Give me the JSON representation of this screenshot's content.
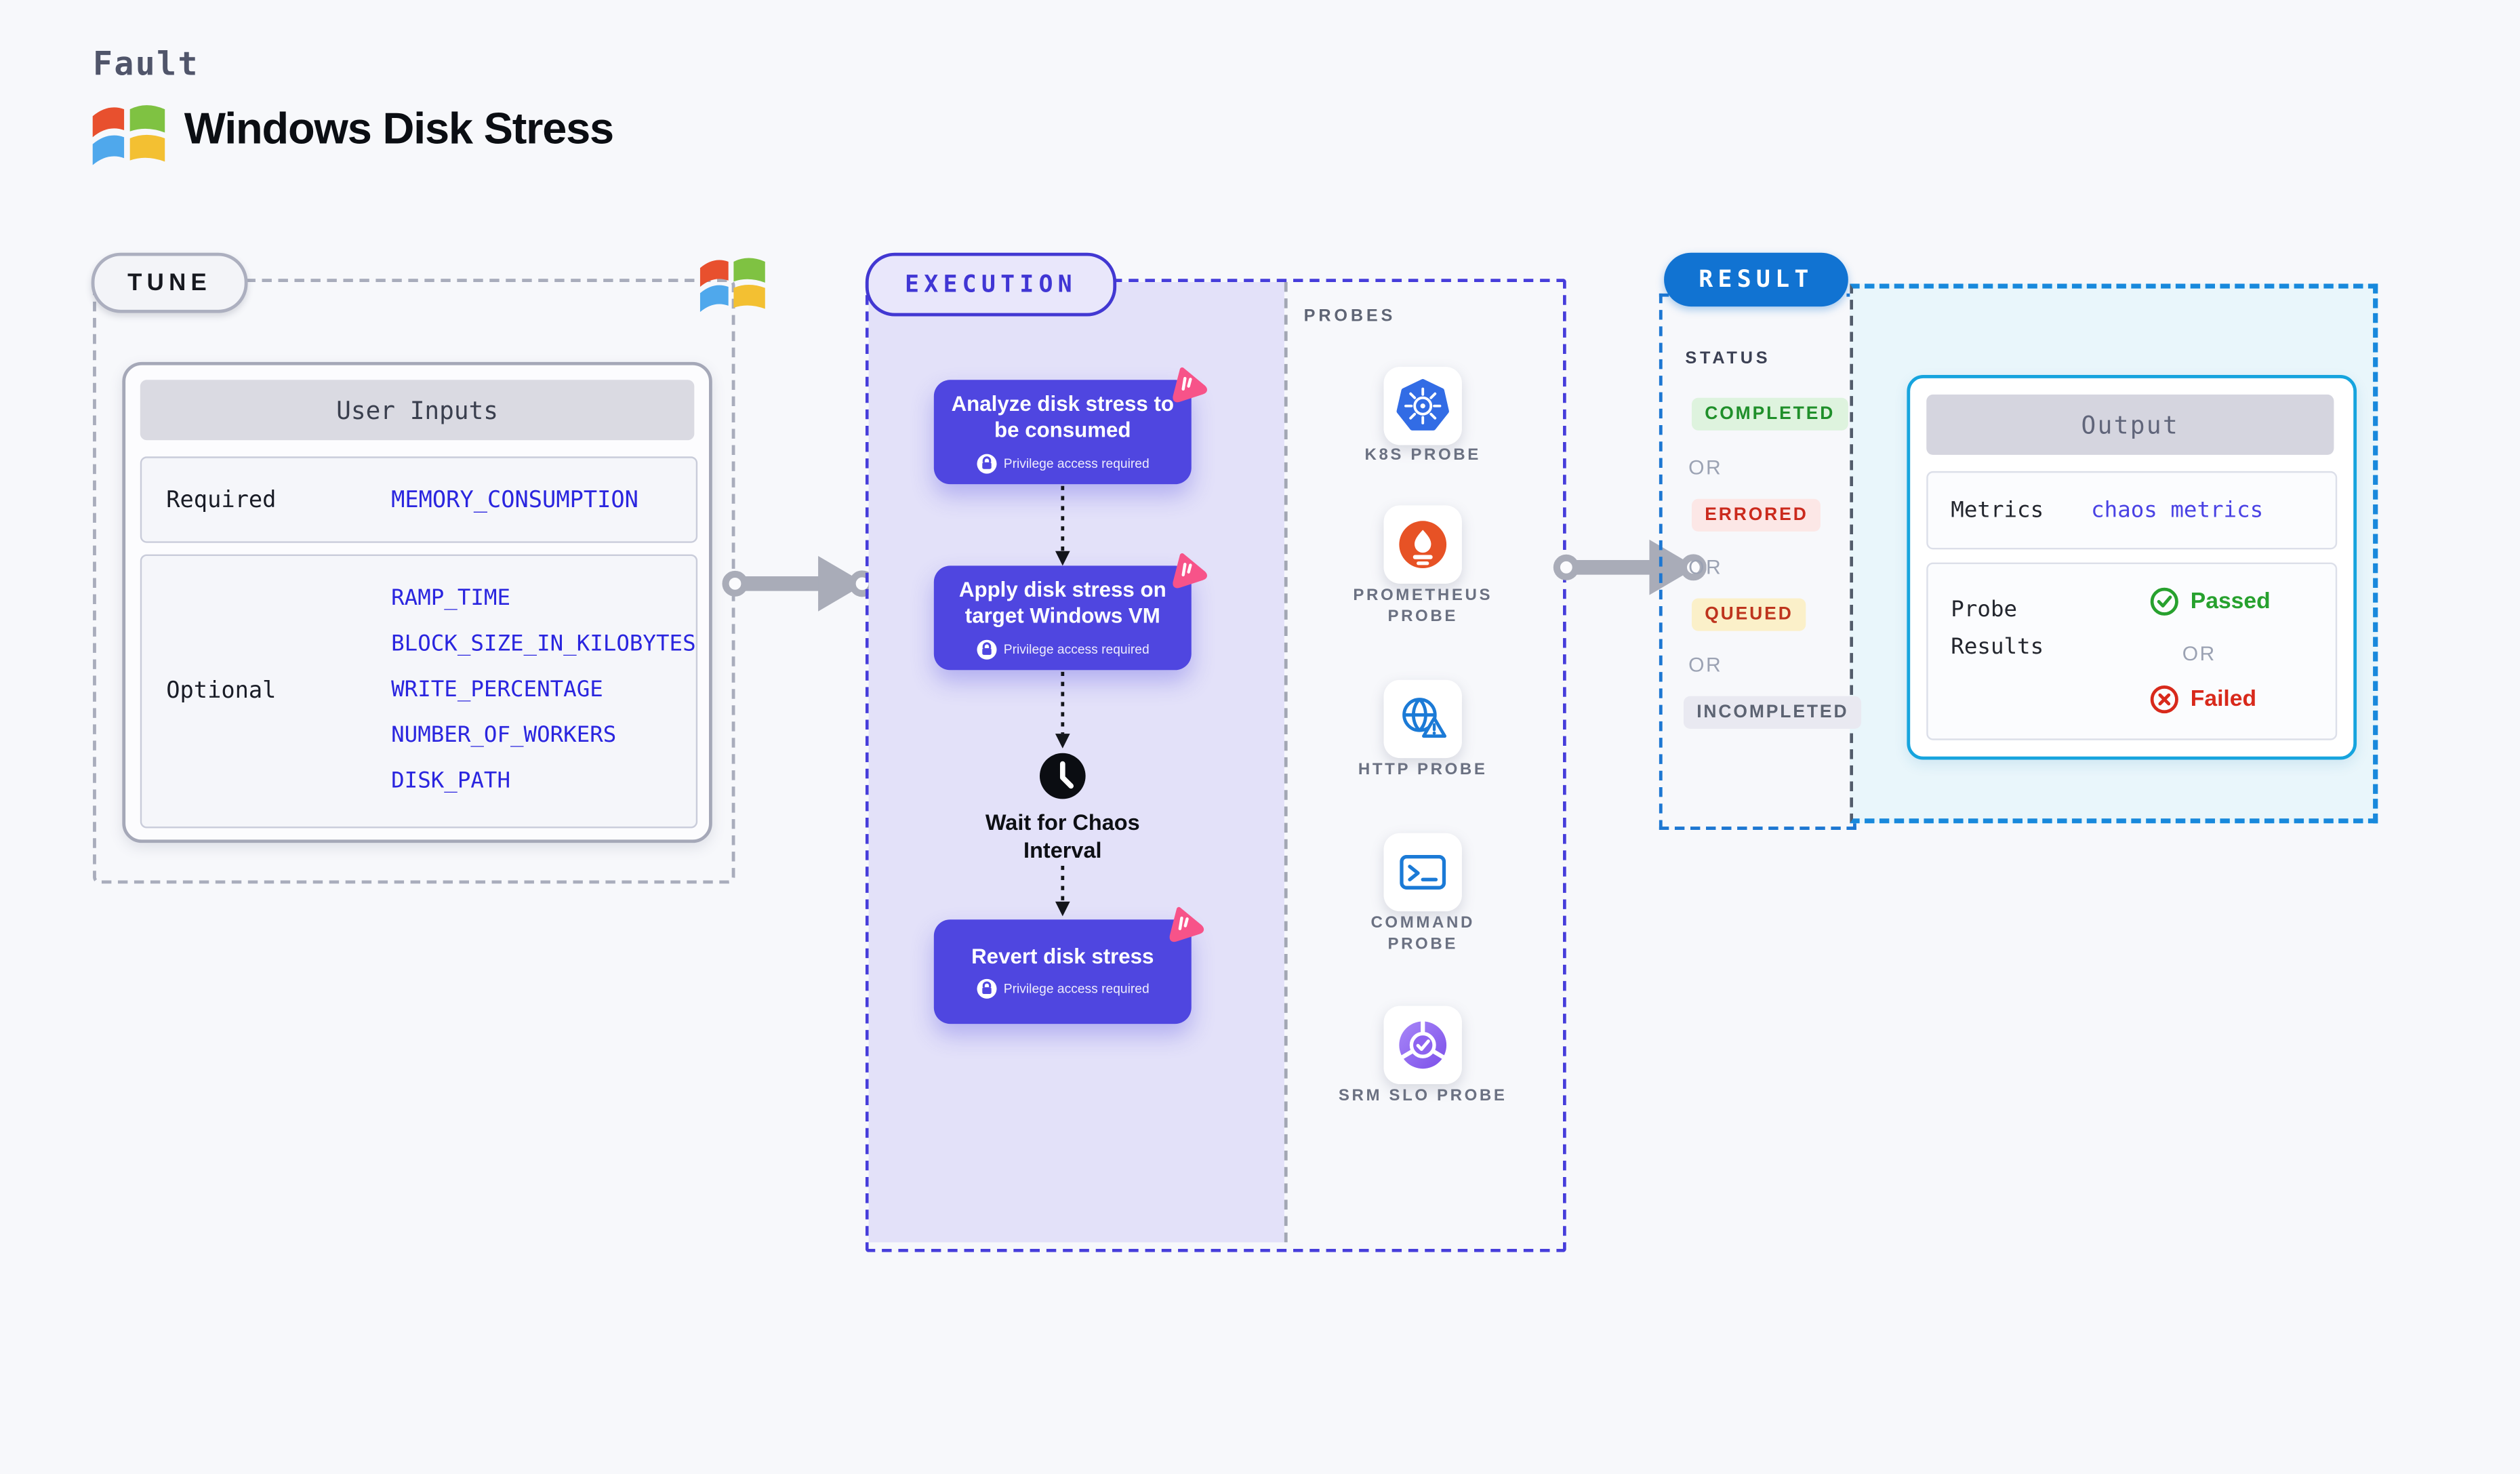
{
  "header": {
    "category_label": "Fault",
    "title": "Windows Disk Stress",
    "logo_icon": "windows-logo"
  },
  "tune": {
    "badge": "TUNE",
    "corner_icon": "windows-logo",
    "user_inputs": {
      "title": "User Inputs",
      "rows": [
        {
          "label": "Required",
          "values": [
            "MEMORY_CONSUMPTION"
          ]
        },
        {
          "label": "Optional",
          "values": [
            "RAMP_TIME",
            "BLOCK_SIZE_IN_KILOBYTES",
            "WRITE_PERCENTAGE",
            "NUMBER_OF_WORKERS",
            "DISK_PATH"
          ]
        }
      ]
    }
  },
  "execution": {
    "badge": "EXECUTION",
    "steps": [
      {
        "title": "Analyze disk stress to be consumed",
        "privilege": "Privilege access required",
        "corner_icon": "chaos-icon",
        "lock_icon": "lock-icon"
      },
      {
        "title": "Apply disk stress on target Windows VM",
        "privilege": "Privilege access required",
        "corner_icon": "chaos-icon",
        "lock_icon": "lock-icon"
      },
      {
        "title": "Revert disk stress",
        "privilege": "Privilege access required",
        "corner_icon": "chaos-icon",
        "lock_icon": "lock-icon"
      }
    ],
    "wait": {
      "icon": "clock-icon",
      "label": "Wait for Chaos Interval"
    },
    "probes": {
      "title": "PROBES",
      "items": [
        {
          "label": "K8S PROBE",
          "icon": "kubernetes-icon"
        },
        {
          "label": "PROMETHEUS PROBE",
          "icon": "prometheus-icon"
        },
        {
          "label": "HTTP PROBE",
          "icon": "http-globe-icon"
        },
        {
          "label": "COMMAND PROBE",
          "icon": "terminal-icon"
        },
        {
          "label": "SRM SLO PROBE",
          "icon": "slo-pie-icon"
        }
      ]
    }
  },
  "result": {
    "badge": "RESULT",
    "status": {
      "title": "STATUS",
      "separator": "OR",
      "options": [
        {
          "label": "COMPLETED"
        },
        {
          "label": "ERRORED"
        },
        {
          "label": "QUEUED"
        },
        {
          "label": "INCOMPLETED"
        }
      ]
    },
    "output": {
      "title": "Output",
      "metrics_label": "Metrics",
      "metrics_value": "chaos metrics",
      "probe_results_label": "Probe Results",
      "passed_label": "Passed",
      "separator": "OR",
      "failed_label": "Failed",
      "passed_icon": "check-circle-icon",
      "failed_icon": "x-circle-icon"
    }
  },
  "colors": {
    "page_bg": "#F7F8FB",
    "indigo_accent": "#4F46E0",
    "exec_panel": "#E3E1F9",
    "chaos_pink": "#F75389",
    "result_blue": "#1173D2",
    "output_cyan_border": "#16A4DE",
    "cyan_panel_bg": "#E9F6FB",
    "value_blue": "#2A25DF",
    "completed_green": "#1F8F2A",
    "errored_red": "#CB2A1D",
    "queued_amber_bg": "#FBF0C9",
    "passed_green": "#27A12E",
    "failed_red": "#D8291B",
    "kubernetes_blue": "#326CE5",
    "prometheus_orange": "#E75225",
    "probe_icon_blue": "#1B7AD6",
    "slo_purple": "#7C4FE9"
  }
}
